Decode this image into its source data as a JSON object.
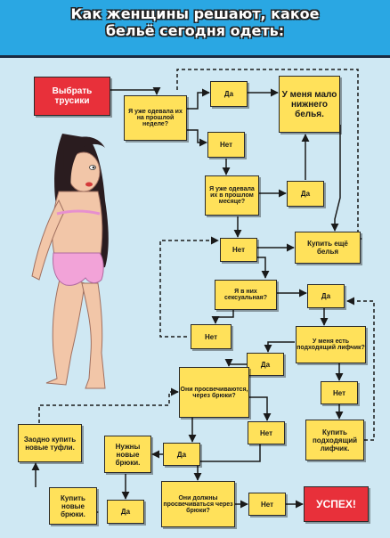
{
  "title": {
    "line1": "Как женщины решают, какое",
    "line2": "бельё сегодня одеть:"
  },
  "nodes": {
    "start": "Выбрать трусики",
    "q_last_week": "Я уже одевала их на прошлой неделе?",
    "yes1": "Да",
    "little_underwear": "У меня мало нижнего белья.",
    "no1": "Нет",
    "q_last_month": "Я уже одевала их в прошлом месяце?",
    "yes2": "Да",
    "no2": "Нет",
    "buy_more": "Купить ещё белья",
    "q_sexy": "Я в них сексуальная?",
    "yes3": "Да",
    "no3": "Нет",
    "q_bra": "У меня есть подходящий лифчик?",
    "yes4": "Да",
    "no4": "Нет",
    "buy_bra": "Купить подходящий лифчик.",
    "q_visible": "Они просвечиваются, через брюки?",
    "no5": "Нет",
    "yes5": "Да",
    "need_pants": "Нужны новые брюки.",
    "buy_shoes": "Заодно купить новые туфли.",
    "buy_pants": "Купить новые брюки.",
    "yes6": "Да",
    "q_should": "Они должны просвечиваться через брюки?",
    "no6": "Нет",
    "success": "УСПЕХ!"
  },
  "colors": {
    "header": "#2aa7e3",
    "background": "#cfe8f3",
    "box": "#ffe15a",
    "accent": "#e8303a"
  }
}
